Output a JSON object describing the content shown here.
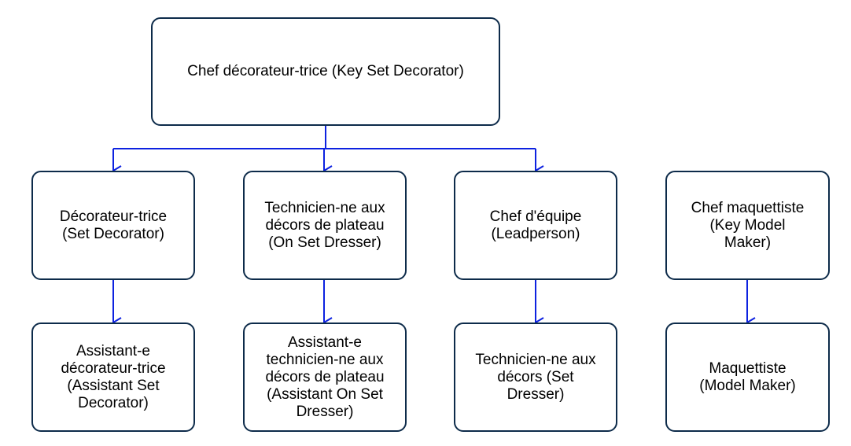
{
  "diagram": {
    "connector_color": "#0d22e0",
    "border_color": "#0d2b4a",
    "nodes": {
      "key_set_decorator": "Chef décorateur-trice (Key Set Decorator)",
      "set_decorator": "Décorateur-trice\n(Set Decorator)",
      "on_set_dresser": "Technicien-ne aux\ndécors de plateau\n(On Set Dresser)",
      "leadperson": "Chef d'équipe\n(Leadperson)",
      "key_model_maker": "Chef maquettiste\n(Key Model\nMaker)",
      "assistant_set_decorator": "Assistant-e\ndécorateur-trice\n(Assistant Set\nDecorator)",
      "assistant_on_set_dresser": "Assistant-e\ntechnicien-ne aux\ndécors de plateau\n(Assistant On Set\nDresser)",
      "set_dresser": "Technicien-ne aux\ndécors (Set\nDresser)",
      "model_maker": "Maquettiste\n(Model Maker)"
    }
  }
}
